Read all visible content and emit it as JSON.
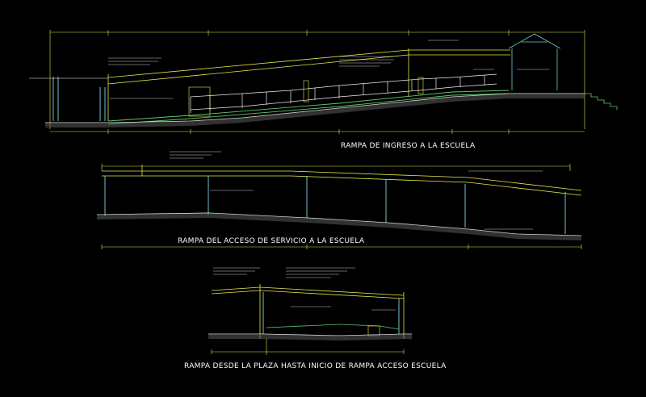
{
  "colors": {
    "background": "#000000",
    "structure_yellow": "#e8e84a",
    "ground_white": "#ffffff",
    "hatch_green": "#5fc86a",
    "railing_white": "#f0f0f0",
    "column_cyan": "#7fd6e0",
    "roof_cyan": "#6fd0d8",
    "note_white": "#ffffff"
  },
  "drawing": {
    "titles": {
      "ramp_1": "RAMPA DE INGRESO A LA ESCUELA",
      "ramp_2": "RAMPA DEL ACCESO DE SERVICIO A LA ESCUELA",
      "ramp_3": "RAMPA DESDE LA PLAZA HASTA INICIO DE RAMPA ACCESO ESCUELA"
    }
  }
}
